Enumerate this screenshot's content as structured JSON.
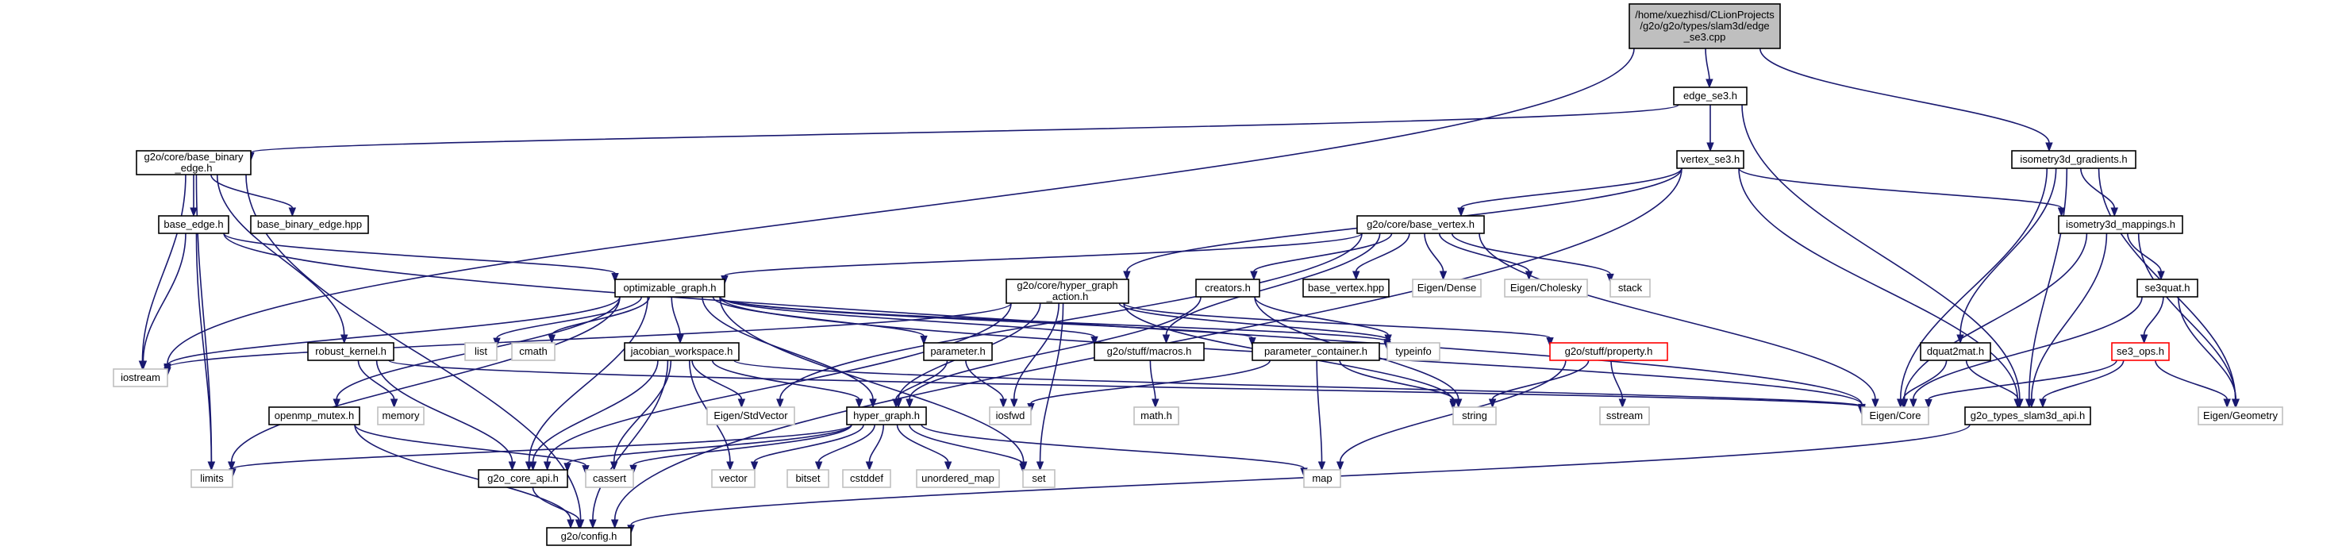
{
  "colors": {
    "edge": "#191970",
    "node_border": "#000000",
    "root_fill": "#bfbfbf",
    "external_border": "#bfbfbf",
    "incomplete_border": "#ff0000",
    "node_fill": "#ffffff"
  },
  "nodes": [
    {
      "id": "root",
      "lines": [
        "/home/xuezhisd/CLionProjects",
        "/g2o/g2o/types/slam3d/edge",
        "_se3.cpp"
      ],
      "kind": "root"
    },
    {
      "id": "edge_se3_h",
      "lines": [
        "edge_se3.h"
      ],
      "kind": "internal"
    },
    {
      "id": "isometry3d_gradients_h",
      "lines": [
        "isometry3d_gradients.h"
      ],
      "kind": "internal"
    },
    {
      "id": "base_binary_edge_h",
      "lines": [
        "g2o/core/base_binary",
        "_edge.h"
      ],
      "kind": "internal"
    },
    {
      "id": "vertex_se3_h",
      "lines": [
        "vertex_se3.h"
      ],
      "kind": "internal"
    },
    {
      "id": "base_binary_edge_hpp",
      "lines": [
        "base_binary_edge.hpp"
      ],
      "kind": "internal"
    },
    {
      "id": "base_edge_h",
      "lines": [
        "base_edge.h"
      ],
      "kind": "internal"
    },
    {
      "id": "base_vertex_h",
      "lines": [
        "g2o/core/base_vertex.h"
      ],
      "kind": "internal"
    },
    {
      "id": "isometry3d_mappings_h",
      "lines": [
        "isometry3d_mappings.h"
      ],
      "kind": "internal"
    },
    {
      "id": "optimizable_graph_h",
      "lines": [
        "optimizable_graph.h"
      ],
      "kind": "internal"
    },
    {
      "id": "hyper_graph_action_h",
      "lines": [
        "g2o/core/hyper_graph",
        "_action.h"
      ],
      "kind": "internal"
    },
    {
      "id": "creators_h",
      "lines": [
        "creators.h"
      ],
      "kind": "internal"
    },
    {
      "id": "base_vertex_hpp",
      "lines": [
        "base_vertex.hpp"
      ],
      "kind": "internal"
    },
    {
      "id": "eigen_dense",
      "lines": [
        "Eigen/Dense"
      ],
      "kind": "external"
    },
    {
      "id": "eigen_cholesky",
      "lines": [
        "Eigen/Cholesky"
      ],
      "kind": "external"
    },
    {
      "id": "stack",
      "lines": [
        "stack"
      ],
      "kind": "external"
    },
    {
      "id": "se3quat_h",
      "lines": [
        "se3quat.h"
      ],
      "kind": "internal"
    },
    {
      "id": "robust_kernel_h",
      "lines": [
        "robust_kernel.h"
      ],
      "kind": "internal"
    },
    {
      "id": "list",
      "lines": [
        "list"
      ],
      "kind": "external"
    },
    {
      "id": "cmath",
      "lines": [
        "cmath"
      ],
      "kind": "external"
    },
    {
      "id": "jacobian_workspace_h",
      "lines": [
        "jacobian_workspace.h"
      ],
      "kind": "internal"
    },
    {
      "id": "parameter_h",
      "lines": [
        "parameter.h"
      ],
      "kind": "internal"
    },
    {
      "id": "macros_h",
      "lines": [
        "g2o/stuff/macros.h"
      ],
      "kind": "internal"
    },
    {
      "id": "parameter_container_h",
      "lines": [
        "parameter_container.h"
      ],
      "kind": "internal"
    },
    {
      "id": "typeinfo",
      "lines": [
        "typeinfo"
      ],
      "kind": "external"
    },
    {
      "id": "property_h",
      "lines": [
        "g2o/stuff/property.h"
      ],
      "kind": "incomplete"
    },
    {
      "id": "dquat2mat_h",
      "lines": [
        "dquat2mat.h"
      ],
      "kind": "internal"
    },
    {
      "id": "se3_ops_h",
      "lines": [
        "se3_ops.h"
      ],
      "kind": "incomplete"
    },
    {
      "id": "iostream",
      "lines": [
        "iostream"
      ],
      "kind": "external"
    },
    {
      "id": "memory",
      "lines": [
        "memory"
      ],
      "kind": "external"
    },
    {
      "id": "openmp_mutex_h",
      "lines": [
        "openmp_mutex.h"
      ],
      "kind": "internal"
    },
    {
      "id": "eigen_stdvector",
      "lines": [
        "Eigen/StdVector"
      ],
      "kind": "external"
    },
    {
      "id": "hyper_graph_h",
      "lines": [
        "hyper_graph.h"
      ],
      "kind": "internal"
    },
    {
      "id": "iosfwd",
      "lines": [
        "iosfwd"
      ],
      "kind": "external"
    },
    {
      "id": "math_h",
      "lines": [
        "math.h"
      ],
      "kind": "external"
    },
    {
      "id": "string",
      "lines": [
        "string"
      ],
      "kind": "external"
    },
    {
      "id": "sstream",
      "lines": [
        "sstream"
      ],
      "kind": "external"
    },
    {
      "id": "eigen_core",
      "lines": [
        "Eigen/Core"
      ],
      "kind": "external"
    },
    {
      "id": "g2o_types_slam3d_api_h",
      "lines": [
        "g2o_types_slam3d_api.h"
      ],
      "kind": "internal"
    },
    {
      "id": "eigen_geometry",
      "lines": [
        "Eigen/Geometry"
      ],
      "kind": "external"
    },
    {
      "id": "limits",
      "lines": [
        "limits"
      ],
      "kind": "external"
    },
    {
      "id": "g2o_core_api_h",
      "lines": [
        "g2o_core_api.h"
      ],
      "kind": "internal"
    },
    {
      "id": "cassert",
      "lines": [
        "cassert"
      ],
      "kind": "external"
    },
    {
      "id": "vector",
      "lines": [
        "vector"
      ],
      "kind": "external"
    },
    {
      "id": "bitset",
      "lines": [
        "bitset"
      ],
      "kind": "external"
    },
    {
      "id": "cstddef",
      "lines": [
        "cstddef"
      ],
      "kind": "external"
    },
    {
      "id": "unordered_map",
      "lines": [
        "unordered_map"
      ],
      "kind": "external"
    },
    {
      "id": "set",
      "lines": [
        "set"
      ],
      "kind": "external"
    },
    {
      "id": "map",
      "lines": [
        "map"
      ],
      "kind": "external"
    },
    {
      "id": "config_h",
      "lines": [
        "g2o/config.h"
      ],
      "kind": "internal"
    }
  ],
  "edges": [
    [
      "root",
      "edge_se3_h"
    ],
    [
      "root",
      "isometry3d_gradients_h"
    ],
    [
      "root",
      "iostream"
    ],
    [
      "edge_se3_h",
      "base_binary_edge_h"
    ],
    [
      "edge_se3_h",
      "vertex_se3_h"
    ],
    [
      "edge_se3_h",
      "g2o_types_slam3d_api_h"
    ],
    [
      "base_binary_edge_h",
      "base_binary_edge_hpp"
    ],
    [
      "base_binary_edge_h",
      "base_edge_h"
    ],
    [
      "base_binary_edge_h",
      "robust_kernel_h"
    ],
    [
      "base_binary_edge_h",
      "iostream"
    ],
    [
      "base_binary_edge_h",
      "limits"
    ],
    [
      "base_binary_edge_h",
      "config_h"
    ],
    [
      "base_edge_h",
      "optimizable_graph_h"
    ],
    [
      "base_edge_h",
      "iostream"
    ],
    [
      "base_edge_h",
      "limits"
    ],
    [
      "base_edge_h",
      "eigen_core"
    ],
    [
      "vertex_se3_h",
      "base_vertex_h"
    ],
    [
      "vertex_se3_h",
      "hyper_graph_action_h"
    ],
    [
      "vertex_se3_h",
      "isometry3d_mappings_h"
    ],
    [
      "vertex_se3_h",
      "g2o_types_slam3d_api_h"
    ],
    [
      "vertex_se3_h",
      "config_h"
    ],
    [
      "base_vertex_h",
      "optimizable_graph_h"
    ],
    [
      "base_vertex_h",
      "creators_h"
    ],
    [
      "base_vertex_h",
      "base_vertex_hpp"
    ],
    [
      "base_vertex_h",
      "eigen_dense"
    ],
    [
      "base_vertex_h",
      "eigen_cholesky"
    ],
    [
      "base_vertex_h",
      "stack"
    ],
    [
      "base_vertex_h",
      "eigen_stdvector"
    ],
    [
      "base_vertex_h",
      "macros_h"
    ],
    [
      "base_vertex_h",
      "eigen_core"
    ],
    [
      "isometry3d_gradients_h",
      "isometry3d_mappings_h"
    ],
    [
      "isometry3d_gradients_h",
      "dquat2mat_h"
    ],
    [
      "isometry3d_gradients_h",
      "eigen_core"
    ],
    [
      "isometry3d_gradients_h",
      "eigen_geometry"
    ],
    [
      "isometry3d_gradients_h",
      "g2o_types_slam3d_api_h"
    ],
    [
      "isometry3d_mappings_h",
      "se3quat_h"
    ],
    [
      "isometry3d_mappings_h",
      "eigen_core"
    ],
    [
      "isometry3d_mappings_h",
      "eigen_geometry"
    ],
    [
      "isometry3d_mappings_h",
      "g2o_types_slam3d_api_h"
    ],
    [
      "se3quat_h",
      "se3_ops_h"
    ],
    [
      "se3quat_h",
      "eigen_core"
    ],
    [
      "se3quat_h",
      "eigen_geometry"
    ],
    [
      "se3_ops_h",
      "eigen_core"
    ],
    [
      "se3_ops_h",
      "eigen_geometry"
    ],
    [
      "se3_ops_h",
      "g2o_types_slam3d_api_h"
    ],
    [
      "dquat2mat_h",
      "eigen_core"
    ],
    [
      "dquat2mat_h",
      "g2o_types_slam3d_api_h"
    ],
    [
      "g2o_types_slam3d_api_h",
      "config_h"
    ],
    [
      "optimizable_graph_h",
      "iostream"
    ],
    [
      "optimizable_graph_h",
      "list"
    ],
    [
      "optimizable_graph_h",
      "cmath"
    ],
    [
      "optimizable_graph_h",
      "jacobian_workspace_h"
    ],
    [
      "optimizable_graph_h",
      "parameter_h"
    ],
    [
      "optimizable_graph_h",
      "macros_h"
    ],
    [
      "optimizable_graph_h",
      "parameter_container_h"
    ],
    [
      "optimizable_graph_h",
      "typeinfo"
    ],
    [
      "optimizable_graph_h",
      "openmp_mutex_h"
    ],
    [
      "optimizable_graph_h",
      "hyper_graph_h"
    ],
    [
      "optimizable_graph_h",
      "g2o_core_api_h"
    ],
    [
      "optimizable_graph_h",
      "limits"
    ],
    [
      "optimizable_graph_h",
      "set"
    ],
    [
      "optimizable_graph_h",
      "eigen_core"
    ],
    [
      "hyper_graph_action_h",
      "hyper_graph_h"
    ],
    [
      "hyper_graph_action_h",
      "typeinfo"
    ],
    [
      "hyper_graph_action_h",
      "iostream"
    ],
    [
      "hyper_graph_action_h",
      "iosfwd"
    ],
    [
      "hyper_graph_action_h",
      "set"
    ],
    [
      "hyper_graph_action_h",
      "property_h"
    ],
    [
      "hyper_graph_action_h",
      "g2o_core_api_h"
    ],
    [
      "hyper_graph_action_h",
      "string"
    ],
    [
      "creators_h",
      "hyper_graph_h"
    ],
    [
      "creators_h",
      "typeinfo"
    ],
    [
      "creators_h",
      "string"
    ],
    [
      "robust_kernel_h",
      "memory"
    ],
    [
      "robust_kernel_h",
      "g2o_core_api_h"
    ],
    [
      "robust_kernel_h",
      "eigen_core"
    ],
    [
      "jacobian_workspace_h",
      "eigen_core"
    ],
    [
      "jacobian_workspace_h",
      "eigen_stdvector"
    ],
    [
      "jacobian_workspace_h",
      "hyper_graph_h"
    ],
    [
      "jacobian_workspace_h",
      "vector"
    ],
    [
      "jacobian_workspace_h",
      "cassert"
    ],
    [
      "jacobian_workspace_h",
      "g2o_core_api_h"
    ],
    [
      "jacobian_workspace_h",
      "config_h"
    ],
    [
      "parameter_h",
      "hyper_graph_h"
    ],
    [
      "parameter_h",
      "iosfwd"
    ],
    [
      "macros_h",
      "math_h"
    ],
    [
      "parameter_container_h",
      "iosfwd"
    ],
    [
      "parameter_container_h",
      "map"
    ],
    [
      "parameter_container_h",
      "string"
    ],
    [
      "property_h",
      "string"
    ],
    [
      "property_h",
      "map"
    ],
    [
      "property_h",
      "sstream"
    ],
    [
      "openmp_mutex_h",
      "cassert"
    ],
    [
      "openmp_mutex_h",
      "config_h"
    ],
    [
      "hyper_graph_h",
      "limits"
    ],
    [
      "hyper_graph_h",
      "g2o_core_api_h"
    ],
    [
      "hyper_graph_h",
      "cassert"
    ],
    [
      "hyper_graph_h",
      "vector"
    ],
    [
      "hyper_graph_h",
      "bitset"
    ],
    [
      "hyper_graph_h",
      "cstddef"
    ],
    [
      "hyper_graph_h",
      "unordered_map"
    ],
    [
      "hyper_graph_h",
      "set"
    ],
    [
      "hyper_graph_h",
      "map"
    ],
    [
      "g2o_core_api_h",
      "config_h"
    ]
  ]
}
